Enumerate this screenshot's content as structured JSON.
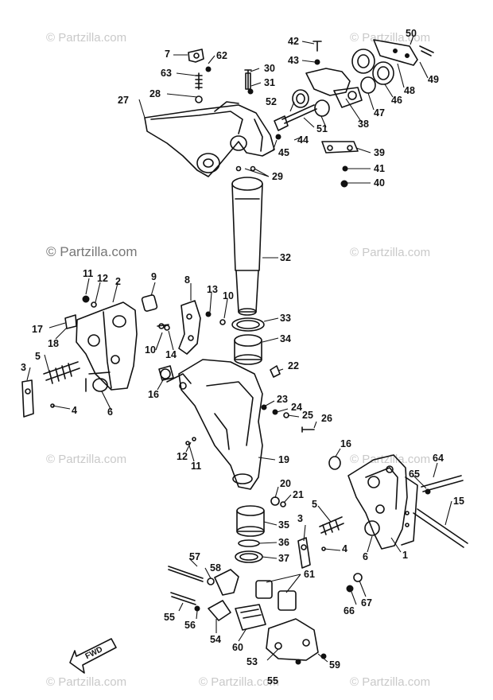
{
  "watermarks": {
    "w1": "© Partzilla.com",
    "w2": "© Partzilla.com",
    "w3": "© Partzilla.com",
    "w4": "© Partzilla.com",
    "w5": "© Partzilla.com",
    "w6": "© Partzilla.com",
    "w7": "© Partzilla.com",
    "w8": "© Partzilla.com",
    "w9": "© Partzilla.com"
  },
  "direction_label": "FWD",
  "callouts": {
    "n1": "1",
    "n2": "2",
    "n3a": "3",
    "n3b": "3",
    "n4a": "4",
    "n4b": "4",
    "n5a": "5",
    "n5b": "5",
    "n6a": "6",
    "n6b": "6",
    "n7": "7",
    "n8": "8",
    "n9": "9",
    "n10a": "10",
    "n10b": "10",
    "n11a": "11",
    "n11b": "11",
    "n12a": "12",
    "n12b": "12",
    "n13": "13",
    "n14": "14",
    "n15": "15",
    "n16a": "16",
    "n16b": "16",
    "n17": "17",
    "n18": "18",
    "n19": "19",
    "n20": "20",
    "n21": "21",
    "n22": "22",
    "n23": "23",
    "n24": "24",
    "n25": "25",
    "n26": "26",
    "n27": "27",
    "n28": "28",
    "n29": "29",
    "n30": "30",
    "n31": "31",
    "n32": "32",
    "n33": "33",
    "n34": "34",
    "n35": "35",
    "n36": "36",
    "n37": "37",
    "n38": "38",
    "n39": "39",
    "n40": "40",
    "n41": "41",
    "n42": "42",
    "n43": "43",
    "n44": "44",
    "n45": "45",
    "n46": "46",
    "n47": "47",
    "n48": "48",
    "n49": "49",
    "n50": "50",
    "n51": "51",
    "n52": "52",
    "n53": "53",
    "n54": "54",
    "n55a": "55",
    "n55b": "55",
    "n56": "56",
    "n57": "57",
    "n58": "58",
    "n59": "59",
    "n60": "60",
    "n61": "61",
    "n62": "62",
    "n63": "63",
    "n64": "64",
    "n65": "65",
    "n66": "66",
    "n67": "67"
  }
}
